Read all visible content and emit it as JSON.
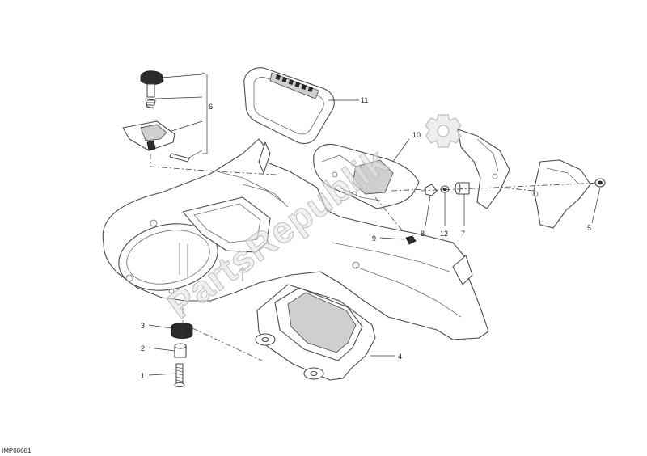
{
  "diagram": {
    "drawing_code": "IMP00681",
    "watermark": "PartsRepublik",
    "callouts": [
      {
        "id": "c1",
        "label": "1"
      },
      {
        "id": "c2",
        "label": "2"
      },
      {
        "id": "c3",
        "label": "3"
      },
      {
        "id": "c4",
        "label": "4"
      },
      {
        "id": "c5",
        "label": "5"
      },
      {
        "id": "c6",
        "label": "6"
      },
      {
        "id": "c7",
        "label": "7"
      },
      {
        "id": "c8",
        "label": "8"
      },
      {
        "id": "c9",
        "label": "9"
      },
      {
        "id": "c10",
        "label": "10"
      },
      {
        "id": "c11",
        "label": "11"
      },
      {
        "id": "c12",
        "label": "12"
      }
    ]
  }
}
